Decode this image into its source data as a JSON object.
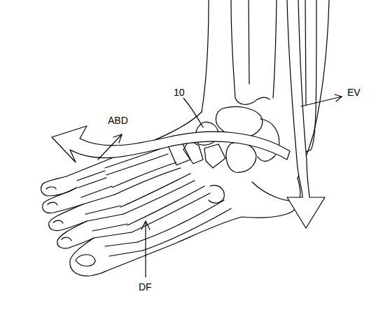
{
  "diagram": {
    "labels": [
      "10",
      "ABD",
      "EV",
      "DF"
    ]
  }
}
